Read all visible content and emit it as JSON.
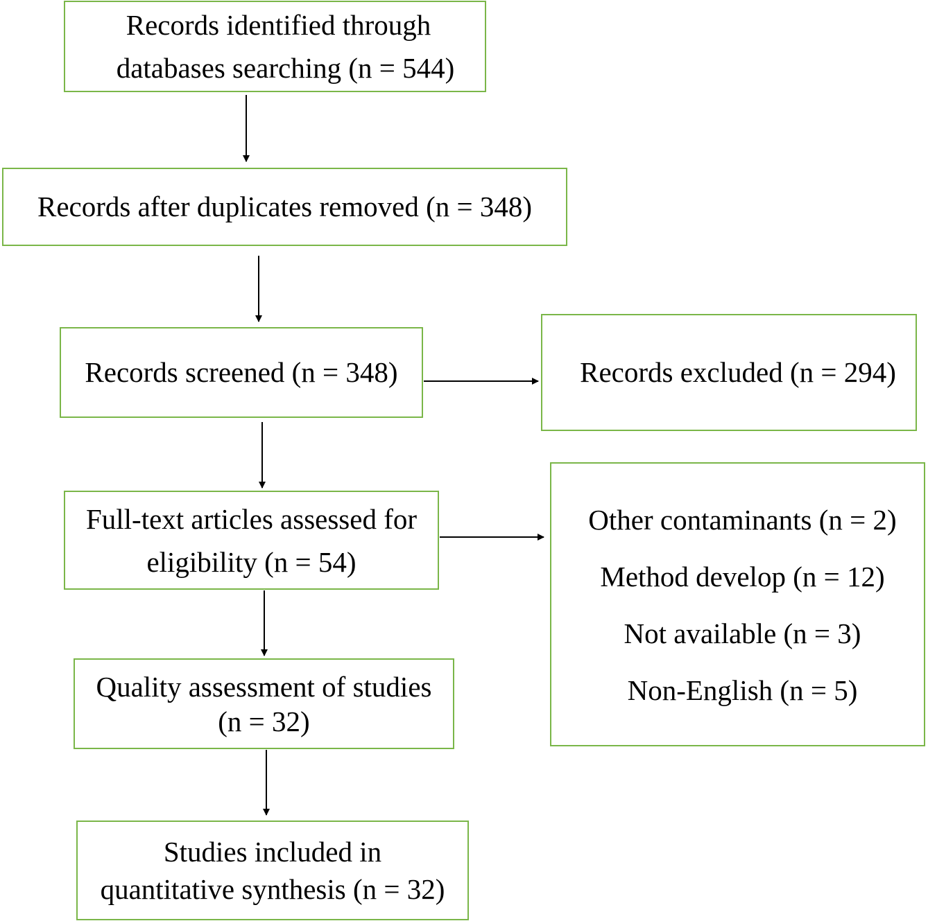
{
  "flowchart": {
    "identified": {
      "line1": "Records identified through",
      "line2": "databases searching (n = 544)"
    },
    "duplicates_removed": {
      "line1": "Records after duplicates removed (n = 348)"
    },
    "screened": {
      "line1": "Records screened (n = 348)"
    },
    "excluded": {
      "line1": "Records excluded (n = 294)"
    },
    "full_text": {
      "line1": "Full-text articles assessed for",
      "line2": "eligibility (n = 54)"
    },
    "exclusion_reasons": [
      "Other contaminants (n = 2)",
      "Method develop (n = 12)",
      "Not available (n = 3)",
      "Non-English (n = 5)"
    ],
    "quality": {
      "line1": "Quality assessment of studies",
      "line2": "(n = 32)"
    },
    "included": {
      "line1": "Studies included in",
      "line2": "quantitative synthesis (n = 32)"
    }
  },
  "colors": {
    "box_border": "#7ab648",
    "arrow": "#000000",
    "text": "#000000"
  }
}
